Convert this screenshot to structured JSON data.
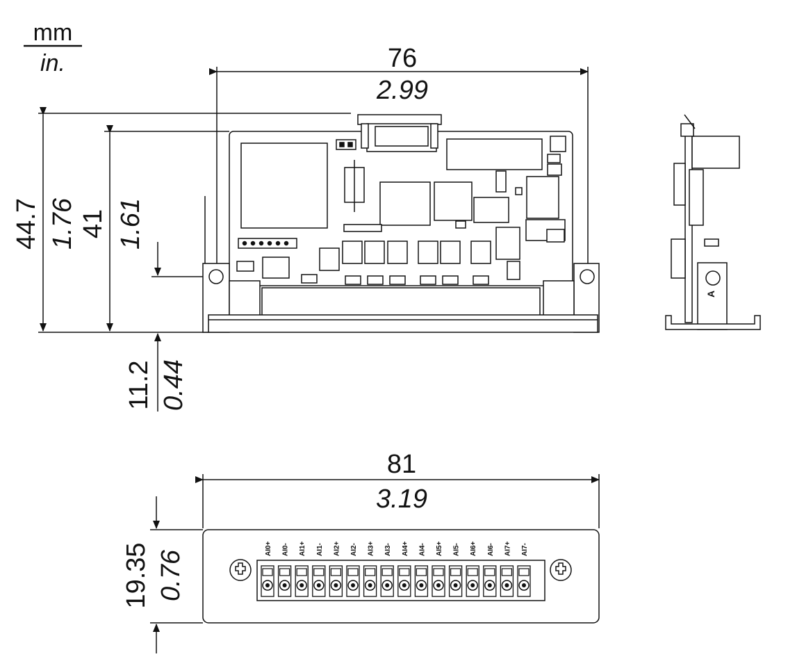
{
  "units": {
    "top": "mm",
    "bottom": "in."
  },
  "front_view": {
    "width": {
      "mm": "76",
      "in": "2.99"
    },
    "height": {
      "mm": "44.7",
      "in": "1.76"
    },
    "board_height": {
      "mm": "41",
      "in": "1.61"
    },
    "base_offset": {
      "mm": "11.2",
      "in": "0.44"
    }
  },
  "connector_view": {
    "width": {
      "mm": "81",
      "in": "3.19"
    },
    "height": {
      "mm": "19.35",
      "in": "0.76"
    },
    "pin_labels": [
      "AI0+",
      "AI0-",
      "AI1+",
      "AI1-",
      "AI2+",
      "AI2-",
      "AI3+",
      "AI3-",
      "AI4+",
      "AI4-",
      "AI5+",
      "AI5-",
      "AI6+",
      "AI6-",
      "AI7+",
      "AI7-"
    ]
  },
  "colors": {
    "line": "#111111",
    "board_fill": "#ffffff",
    "hatch": "#d8d8d8"
  }
}
